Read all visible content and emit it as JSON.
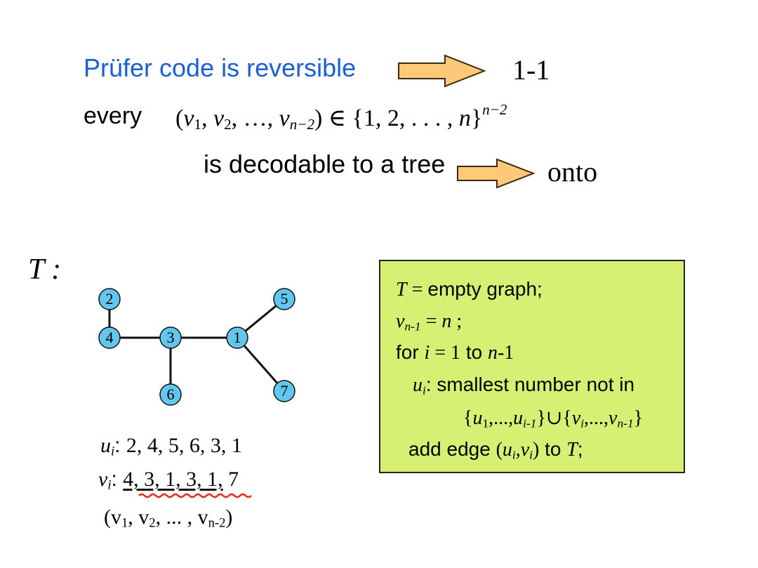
{
  "header": {
    "title": "Prüfer code is reversible",
    "result_one": "1-1",
    "every_label": "every",
    "tuple": {
      "open": "(",
      "v1": "v",
      "s1": "1",
      "v2": "v",
      "s2": "2",
      "dots": "…",
      "vn": "v",
      "sn": "n−2",
      "close": ")",
      "in": "∈",
      "set_text": "{1, 2, . . . , ",
      "set_n": "n",
      "set_close": "}",
      "exp": "n−2"
    },
    "decodable": "is decodable to a tree",
    "result_two": "onto"
  },
  "colors": {
    "title": "#1a5fd6",
    "arrow_fill": "#fcc979",
    "arrow_stroke": "#3a2b10",
    "node_fill": "#62c6ee",
    "algo_bg": "#d7f074",
    "underline": "#e0301e"
  },
  "tree": {
    "label": "T :",
    "nodes": [
      "2",
      "4",
      "3",
      "1",
      "5",
      "6",
      "7"
    ]
  },
  "sequences": {
    "u_label": "u",
    "u_sub": "i",
    "u_values": "2, 4, 5, 6, 3, 1",
    "v_label": "v",
    "v_sub": "i",
    "v_values_underlined": "4, 3, 1, 3, 1,",
    "v_values_rest": " 7",
    "tuple_text_1": "(v",
    "tuple_sub_1": "1",
    "tuple_text_2": ", v",
    "tuple_sub_2": "2",
    "tuple_text_3": ", ... , v",
    "tuple_sub_3": "n-2",
    "tuple_close": ")"
  },
  "algorithm": {
    "l1_var": "T",
    "l1_eq": " = ",
    "l1_text": "empty graph;",
    "l2_var": "v",
    "l2_sub": "n-1",
    "l2_eq": " = ",
    "l2_n": "n",
    "l2_semi": " ;",
    "l3_for": "for ",
    "l3_var": "i",
    "l3_eq": " = 1",
    "l3_to": " to ",
    "l3_n": "n",
    "l3_minus": "-1",
    "l4_var": "u",
    "l4_sub": "i",
    "l4_text": ": smallest number not in",
    "l5_open": "{",
    "l5_u1": "u",
    "l5_u1_sub": "1",
    "l5_mid1": ",...,",
    "l5_u2": "u",
    "l5_u2_sub": "i-1",
    "l5_close1": "}∪{",
    "l5_v1": "v",
    "l5_v1_sub": "i",
    "l5_mid2": ",...,",
    "l5_v2": "v",
    "l5_v2_sub": "n-1",
    "l5_close2": "}",
    "l6_text": "add edge ",
    "l6_open": "(",
    "l6_u": "u",
    "l6_u_sub": "i",
    "l6_comma": ",",
    "l6_v": "v",
    "l6_v_sub": "i",
    "l6_close": ")",
    "l6_to": " to ",
    "l6_T": "T",
    "l6_semi": ";"
  }
}
